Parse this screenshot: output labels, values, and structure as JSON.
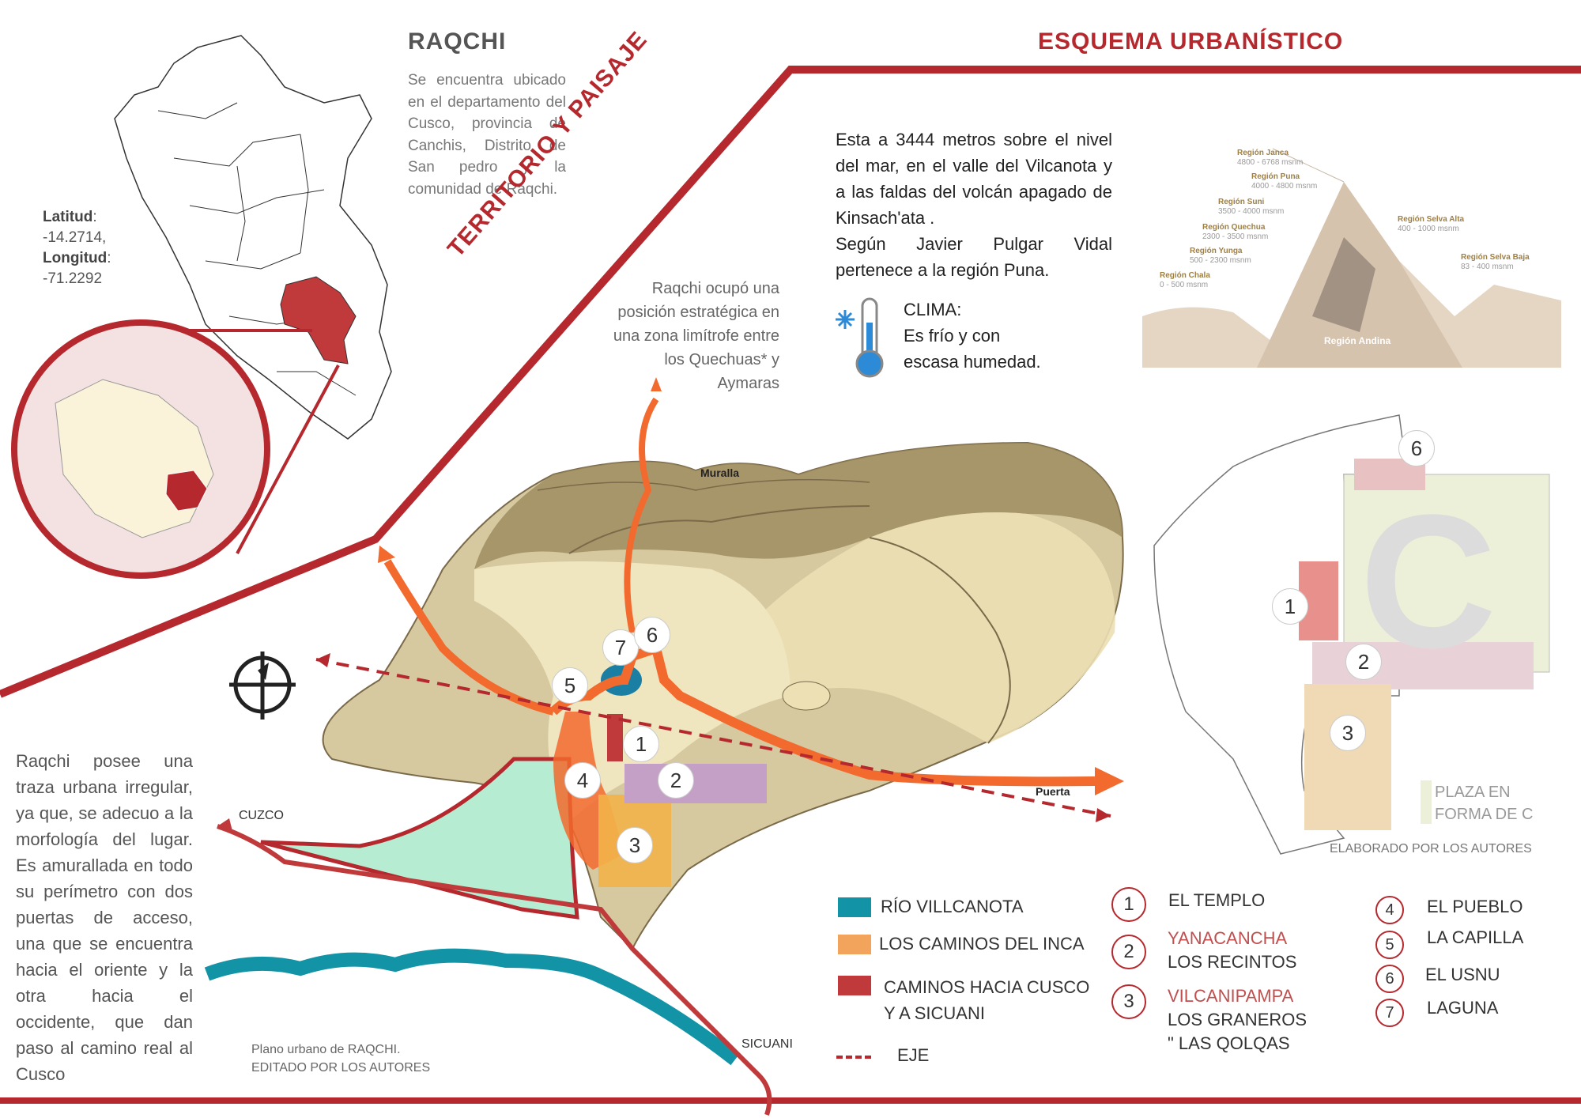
{
  "raqchi": {
    "title": "RAQCHI",
    "description": "Se encuentra ubicado en el departamento del Cusco, provincia de Canchis, Distrito de San pedro y la comunidad de Raqchi."
  },
  "coordinates": {
    "lat_label": "Latitud",
    "lat_value": "-14.2714,",
    "lon_label": "Longitud",
    "lon_value": "-71.2292"
  },
  "esquema_title": "ESQUEMA URBANÍSTICO",
  "territorio_title": "TERRITORIO Y PAISAJE",
  "strategic_text": "Raqchi ocupó una posición estratégica en una zona limítrofe entre los Quechuas* y Aymaras",
  "altitude_text_1": "Esta a 3444 metros sobre el nivel del mar, en el valle del Vilcanota y a las faldas del volcán apagado de Kinsach'ata .",
  "altitude_text_2": "Según Javier Pulgar Vidal pertenece a la región Puna.",
  "clima": {
    "label": "CLIMA:",
    "text_1": "Es frío y con",
    "text_2": "escasa humedad."
  },
  "regions": {
    "janca": "Región Janca",
    "janca_alt": "4800 - 6768 msnm",
    "puna": "Región Puna",
    "puna_alt": "4000 - 4800 msnm",
    "suni": "Región Suni",
    "suni_alt": "3500 - 4000 msnm",
    "quechua": "Región Quechua",
    "quechua_alt": "2300 - 3500 msnm",
    "yunga": "Región Yunga",
    "yunga_alt": "500 - 2300 msnm",
    "chala": "Región Chala",
    "chala_alt": "0 - 500 msnm",
    "selva_alta": "Región Selva Alta",
    "selva_alta_alt": "400 - 1000 msnm",
    "selva_baja": "Región Selva Baja",
    "selva_baja_alt": "83 - 400 msnm",
    "andina": "Región Andina"
  },
  "map_labels": {
    "muralla": "Muralla",
    "puerta": "Puerta",
    "cuzco": "CUZCO",
    "sicuani": "SICUANI"
  },
  "traza_text": "Raqchi posee una traza urbana irregular, ya que, se adecuo a la morfología del lugar. Es amurallada en todo su perímetro con dos puertas de acceso, una que se encuentra hacia el oriente y la otra hacia el occidente, que dan paso al camino real al Cusco",
  "plano_caption_1": "Plano urbano de RAQCHI.",
  "plano_caption_2": "EDITADO POR LOS AUTORES",
  "plaza_label_1": "PLAZA EN",
  "plaza_label_2": "FORMA DE C",
  "elaborado": "ELABORADO POR LOS AUTORES",
  "plaza_letter": "C",
  "legend": {
    "rio": "RÍO VILLCANOTA",
    "caminos_inca": "LOS CAMINOS DEL INCA",
    "caminos_cusco_1": "CAMINOS HACIA CUSCO",
    "caminos_cusco_2": "Y A SICUANI",
    "eje": "EJE"
  },
  "sites": {
    "n1": "1",
    "n2": "2",
    "n3": "3",
    "n4": "4",
    "n5": "5",
    "n6": "6",
    "n7": "7",
    "s1": "EL TEMPLO",
    "s2a": "YANACANCHA",
    "s2b": "LOS RECINTOS",
    "s3a": "VILCANIPAMPA",
    "s3b": "LOS GRANEROS",
    "s3c": "\" LAS QOLQAS",
    "s4": "EL PUEBLO",
    "s5": "LA CAPILLA",
    "s6": "EL USNU",
    "s7": "LAGUNA"
  },
  "colors": {
    "accent_red": "#b5282d",
    "river": "#1393a6",
    "inca_roads": "#f2a35c",
    "roads_cusco": "#c0393b",
    "orange_arrow": "#f26a2e"
  }
}
